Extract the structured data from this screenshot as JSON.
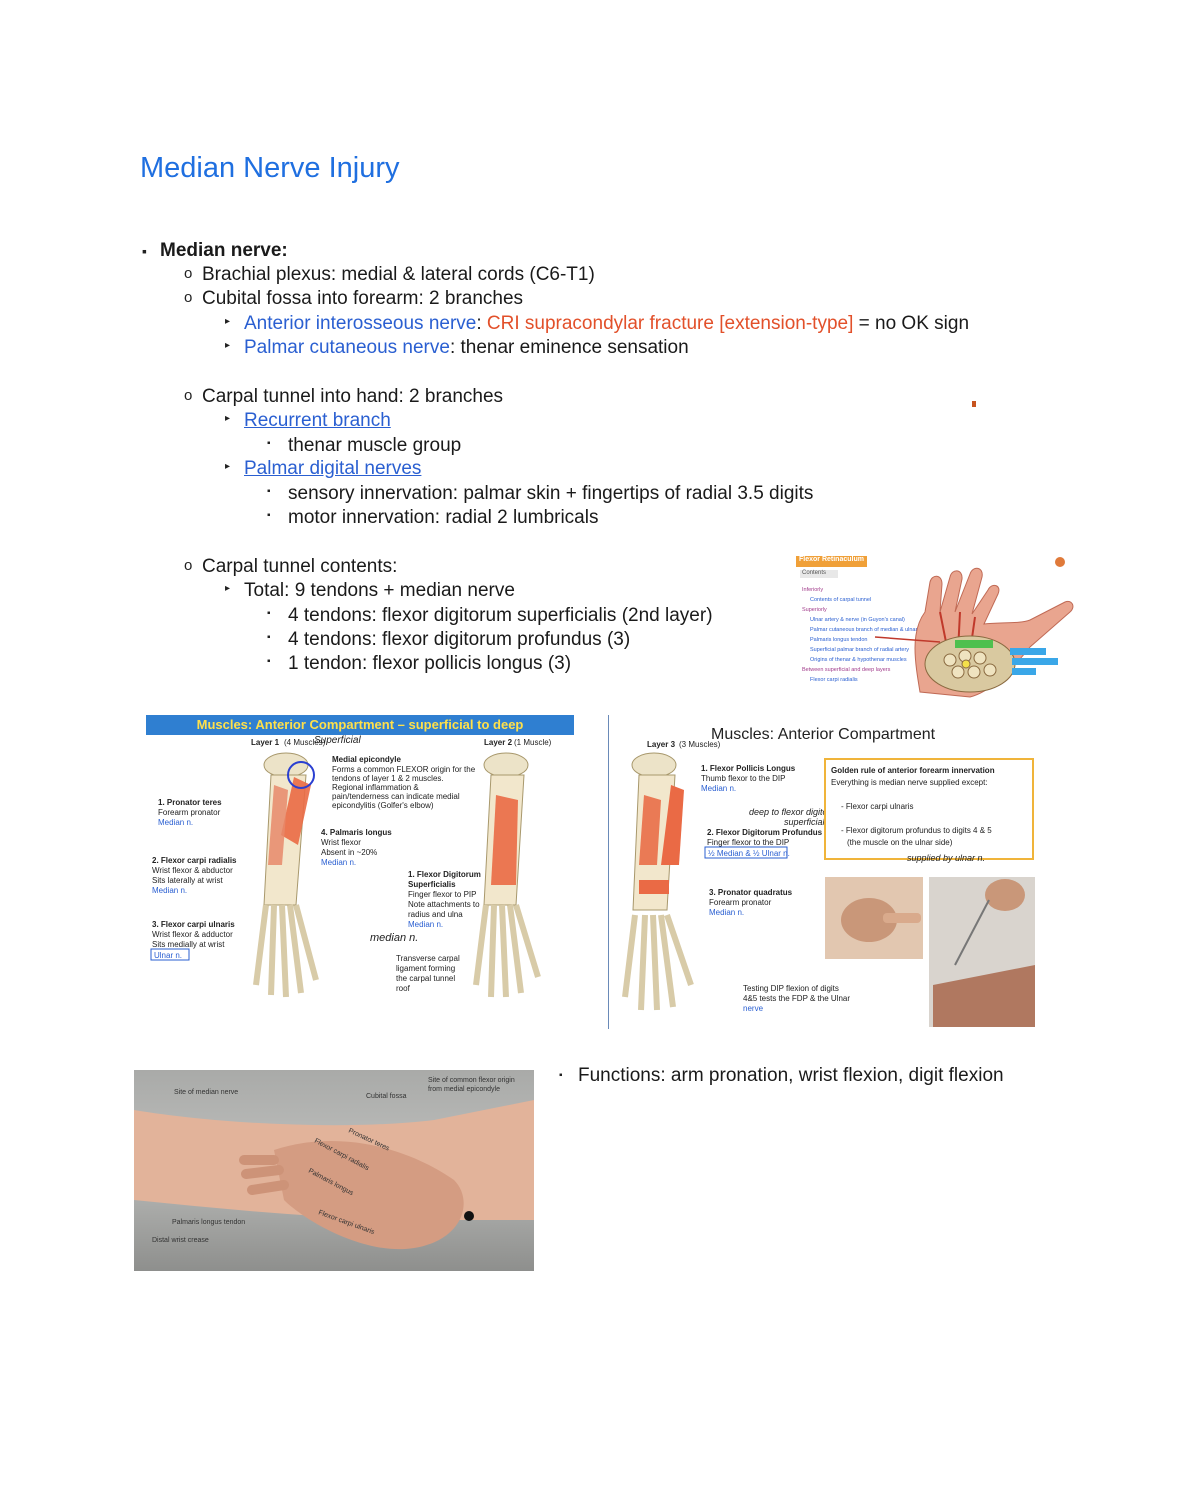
{
  "title": "Median Nerve Injury",
  "bullets": {
    "median_nerve": "Median nerve:",
    "brachial_plexus": "Brachial plexus: medial & lateral cords (C6-T1)",
    "cubital_fossa": "Cubital fossa into forearm: 2 branches",
    "ain_label": "Anterior interosseous nerve",
    "ain_colon": ":",
    "ain_red": "CRI supracondylar fracture [extension-type]",
    "ain_rest": " = no OK sign",
    "palmar_cut_label": "Palmar cutaneous nerve",
    "palmar_cut_rest": ": thenar eminence sensation",
    "carpal_tunnel_hand": "Carpal tunnel into hand: 2 branches",
    "recurrent_branch": "Recurrent branch",
    "thenar_group": "thenar muscle group",
    "palmar_digital": "Palmar digital nerves",
    "sensory": "sensory innervation: palmar skin + fingertips of radial 3.5 digits",
    "motor": "motor innervation: radial 2 lumbricals",
    "contents": "Carpal tunnel contents:",
    "total": "Total: 9 tendons + median nerve",
    "fds": "4 tendons: flexor digitorum superficialis (2nd layer)",
    "fdp": "4 tendons: flexor digitorum profundus (3)",
    "fpl": "1 tendon: flexor pollicis longus (3)",
    "functions": "Functions: arm pronation, wrist flexion, digit flexion"
  },
  "figures": {
    "retinaculum": {
      "header": "Flexor Retinaculum",
      "tab": "Contents",
      "items": [
        "Inferiorly",
        "Contents of carpal tunnel",
        "Superiorly",
        "Ulnar artery & nerve (in Guyon's canal)",
        "Palmar cutaneous branch of median & ulnar nerves",
        "Palmaris longus tendon",
        "Superficial palmar branch of radial artery",
        "Origins of thenar & hypothenar muscles",
        "Between superficial and deep layers",
        "Flexor carpi radialis"
      ]
    },
    "layer12": {
      "title": "Muscles: Anterior Compartment – superficial to deep",
      "layer1": "Layer 1",
      "layer1_sub": "(4 Muscles)",
      "layer1_note": "Superficial",
      "layer2": "Layer 2",
      "layer2_sub": "(1 Muscle)",
      "medial_epi": "Medial epicondyle",
      "medial_epi_text": [
        "Forms a common FLEXOR origin for the",
        "tendons of layer 1 & 2 muscles.",
        "Regional inflammation &",
        "pain/tenderness can indicate medial",
        "epicondylitis (Golfer's elbow)"
      ],
      "pronator": "1. Pronator teres",
      "pronator_text": "Forearm pronator",
      "pronator_n": "Median n.",
      "palmaris": "4. Palmaris longus",
      "palmaris_text": [
        "Wrist flexor",
        "Absent in ~20%"
      ],
      "palmaris_n": "Median n.",
      "fcr": "2. Flexor carpi radialis",
      "fcr_text": [
        "Wrist flexor & abductor",
        "Sits laterally at wrist"
      ],
      "fcr_n": "Median n.",
      "fds": "1. Flexor Digitorum",
      "fds2": "Superficialis",
      "fds_text": [
        "Finger flexor to PIP",
        "Note attachments to",
        "radius and ulna"
      ],
      "fds_n": "Median n.",
      "fcu": "3. Flexor carpi ulnaris",
      "fcu_text": [
        "Wrist flexor & adductor",
        "Sits medially at wrist"
      ],
      "fcu_n": "Ulnar n.",
      "tcl": [
        "Transverse carpal",
        "ligament forming",
        "the carpal tunnel",
        "roof"
      ],
      "hand_note": "median n."
    },
    "layer3": {
      "title": "Muscles: Anterior Compartment",
      "layer3": "Layer 3",
      "layer3_sub": "(3 Muscles)",
      "fpl": "1. Flexor Pollicis Longus",
      "fpl_text": "Thumb flexor to the DIP",
      "fpl_n": "Median n.",
      "fdp": "2. Flexor Digitorum Profundus",
      "fdp_text": "Finger flexor to the DIP",
      "fdp_n": "½ Median & ½ Ulnar n.",
      "pq": "3. Pronator quadratus",
      "pq_text": "Forearm pronator",
      "pq_n": "Median n.",
      "golden_title": "Golden rule of anterior forearm innervation",
      "golden_sub": "Everything is median nerve supplied except:",
      "golden_1": "- Flexor carpi ulnaris",
      "golden_2": "- Flexor digitorum profundus to digits 4 & 5",
      "golden_3": "(the muscle on the ulnar side)",
      "golden_note": "supplied by ulnar n.",
      "testing": [
        "Testing DIP flexion of digits",
        "4&5 tests the FDP & the Ulnar",
        "nerve"
      ],
      "hand_note1": "deep to flexor digitorum",
      "hand_note2": "superficialis"
    },
    "arm_photo": {
      "site_median": "Site of median nerve",
      "cubital_fossa": "Cubital fossa",
      "common_flexor": [
        "Site of common flexor origin",
        "from medial epicondyle"
      ],
      "pronator_teres": "Pronator teres",
      "fcr": "Flexor carpi radialis",
      "palmaris": "Palmaris longus",
      "fcu": "Flexor carpi ulnaris",
      "pl_tendon": "Palmaris longus tendon",
      "wrist_crease": "Distal wrist crease"
    }
  }
}
